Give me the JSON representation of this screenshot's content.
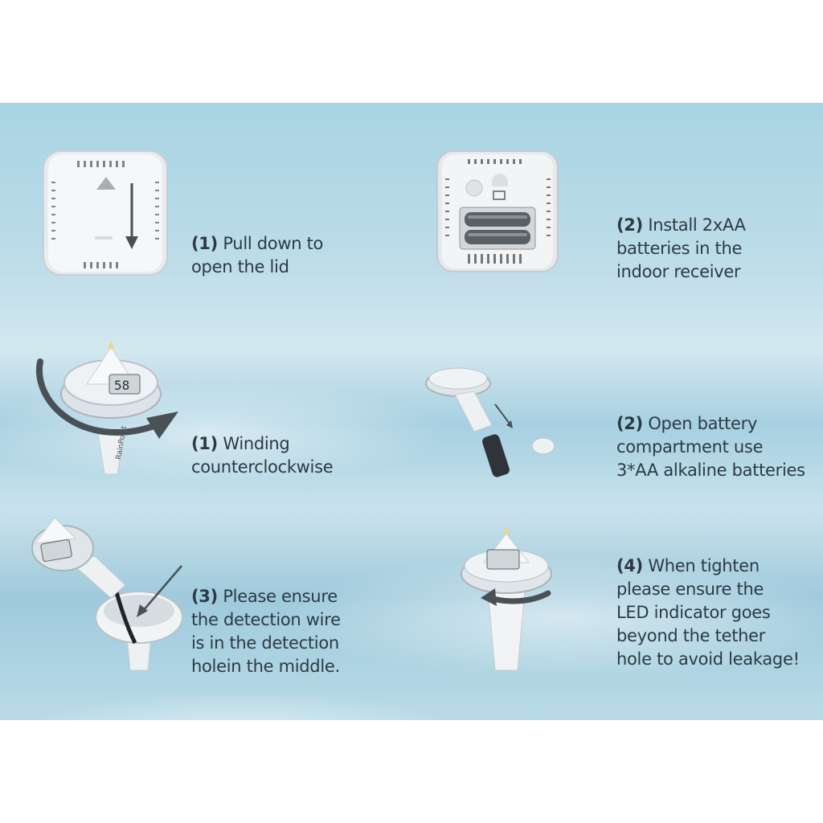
{
  "steps": {
    "s1": {
      "num": "(1)",
      "lines": [
        "Pull down to",
        "open the lid"
      ]
    },
    "s2": {
      "num": "(2)",
      "lines": [
        "Install 2xAA",
        "batteries in the",
        "indoor receiver"
      ]
    },
    "s3": {
      "num": "(1)",
      "lines": [
        "Winding",
        "counterclockwise"
      ]
    },
    "s4": {
      "num": "(2)",
      "lines": [
        "Open battery",
        "compartment use",
        "3*AA alkaline batteries"
      ]
    },
    "s5": {
      "num": "(3)",
      "lines": [
        "Please ensure",
        "the detection wire",
        "is in the detection",
        "holein the middle."
      ]
    },
    "s6": {
      "num": "(4)",
      "lines": [
        "When tighten",
        "please ensure the",
        "LED indicator goes",
        "beyond the tether",
        "hole to avoid leakage!"
      ]
    }
  },
  "device": {
    "display_reading": "58",
    "brand_text": "RainPoint"
  },
  "colors": {
    "text": "#2b3a44",
    "arrow": "#4a5156"
  }
}
